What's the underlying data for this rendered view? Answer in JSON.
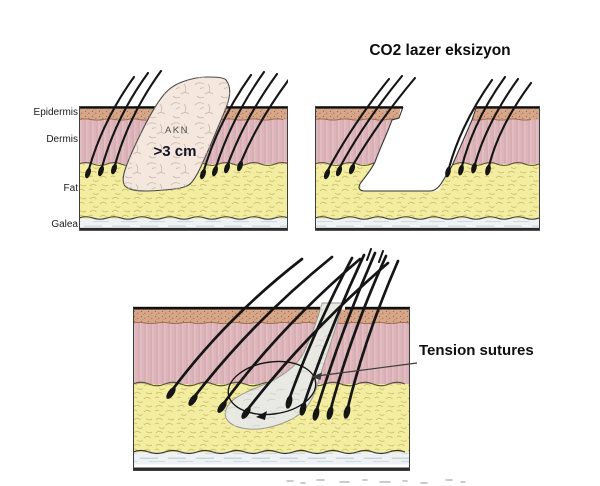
{
  "figure": {
    "type": "medical-illustration",
    "caption_title": "CO2 lazer eksizyon",
    "skin_layers": [
      {
        "label": "Epidermis"
      },
      {
        "label": "Dermis"
      },
      {
        "label": "Fat"
      },
      {
        "label": "Galea"
      }
    ],
    "lesion": {
      "label": "AKN",
      "size": ">3 cm"
    },
    "closure": {
      "annotation": "Tension sutures"
    },
    "colors": {
      "epidermis": "#d8a689",
      "dermis": "#e6c3c6",
      "fat": "#f2eda0",
      "galea": "#eef2f4",
      "lesion": "#f4e7de",
      "scar": "#e9e9e4",
      "hair": "#151515"
    }
  }
}
